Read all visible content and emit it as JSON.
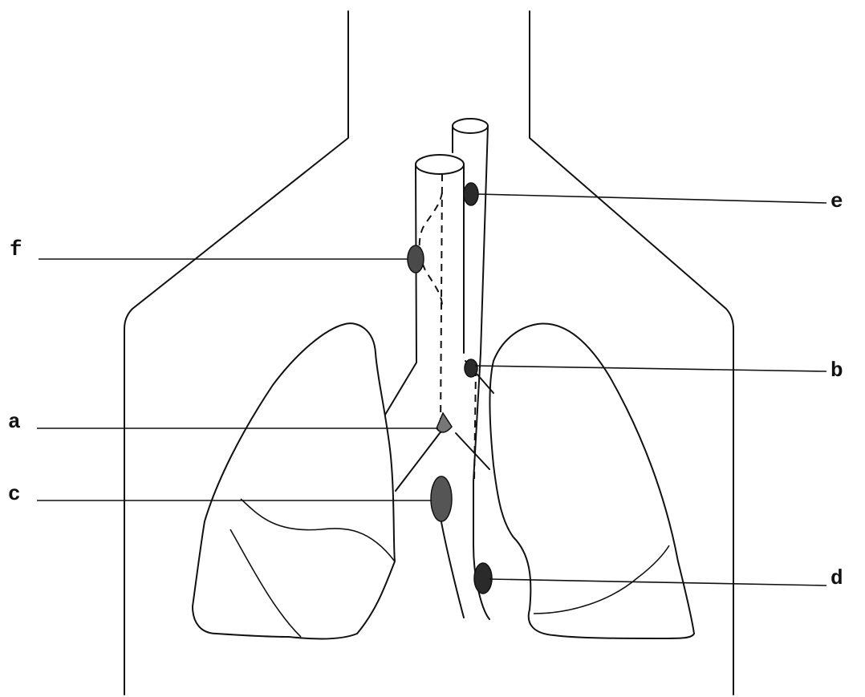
{
  "labels": {
    "a": "a",
    "b": "b",
    "c": "c",
    "d": "d",
    "e": "e",
    "f": "f"
  },
  "colors": {
    "ink": "#111111",
    "node_fill": "#2a2a2a",
    "background": "#ffffff"
  }
}
